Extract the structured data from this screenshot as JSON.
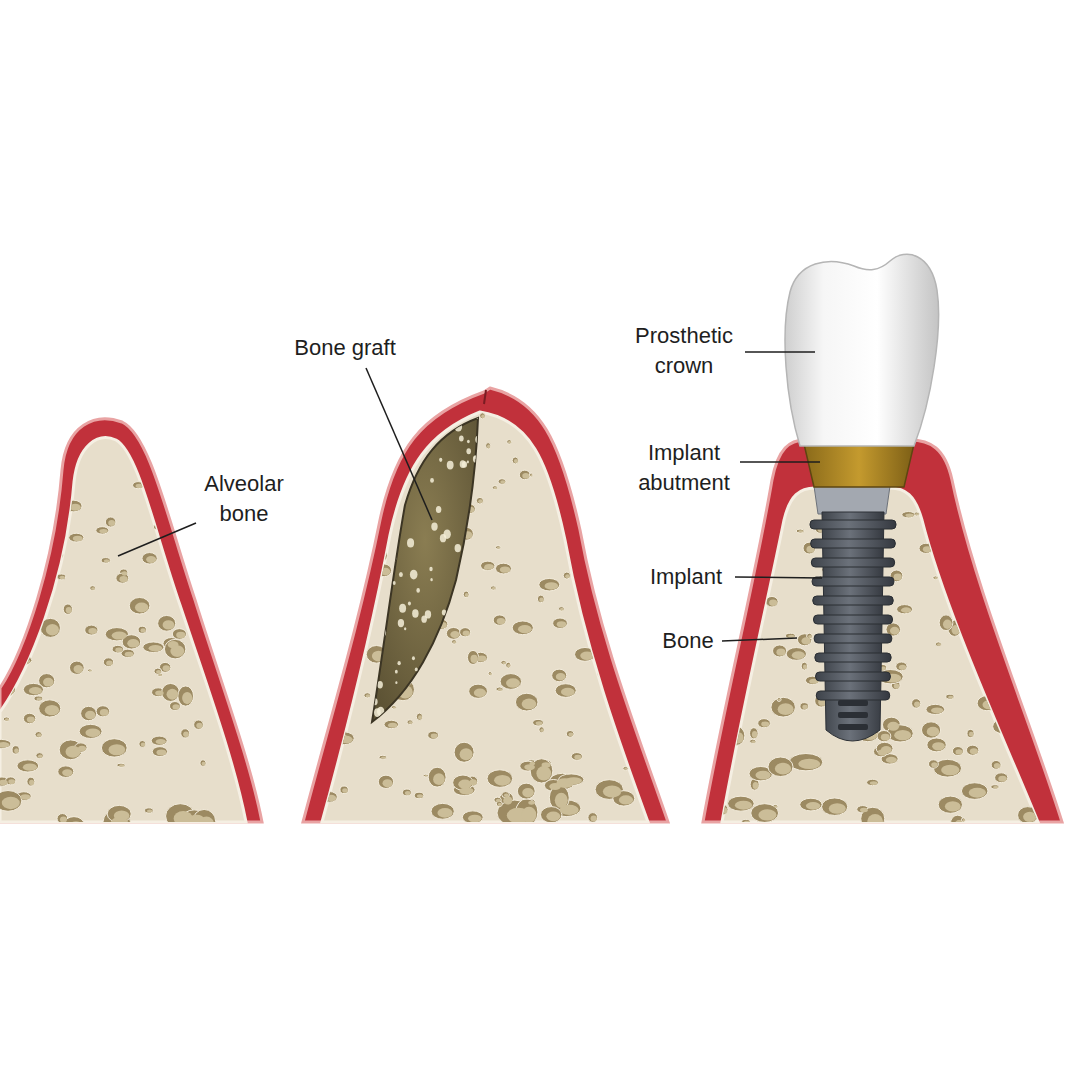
{
  "diagram": {
    "labels": [
      "Alveolar bone",
      "Bone graft",
      "Prosthetic crown",
      "Implant abutment",
      "Implant",
      "Bone"
    ]
  }
}
